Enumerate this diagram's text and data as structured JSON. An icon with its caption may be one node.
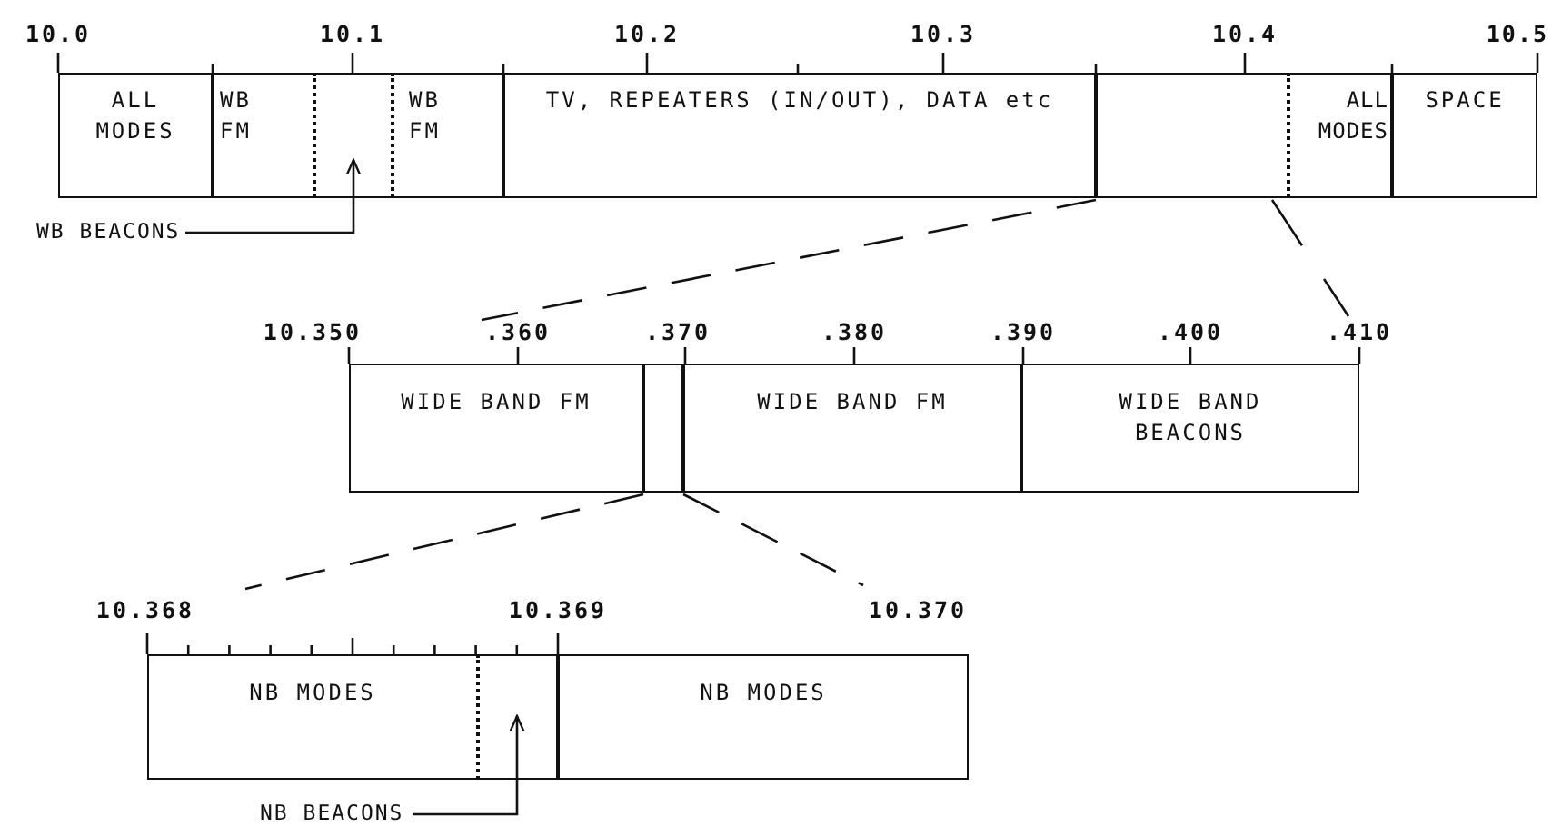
{
  "diagram": {
    "nodes": [
      {
        "text": [
          "ALL MODES"
        ]
      },
      {
        "text": [
          "WB FM"
        ]
      },
      {
        "text": [],
        "shape": "box"
      },
      {
        "text": [
          "WB FM"
        ]
      },
      {
        "text": [
          "TV, REPEATERS (IN/OUT), DATA etc"
        ]
      },
      {
        "text": [],
        "shape": "box"
      },
      {
        "text": [
          "ALL MODES"
        ]
      },
      {
        "text": [
          "SPACE"
        ]
      },
      {
        "text": [
          "WB BEACONS"
        ]
      },
      {
        "text": [
          "WIDE BAND FM"
        ]
      },
      {
        "text": [],
        "shape": "box"
      },
      {
        "text": [
          "WIDE BAND FM"
        ]
      },
      {
        "text": [
          "WIDE BAND BEACONS"
        ]
      },
      {
        "text": [
          "NB MODES"
        ]
      },
      {
        "text": [],
        "shape": "box"
      },
      {
        "text": [
          "NB MODES"
        ]
      },
      {
        "text": [
          "NB BEACONS"
        ]
      }
    ],
    "edges": [
      {
        "from": 8,
        "to": 2,
        "arrow": "to"
      },
      {
        "from": 16,
        "to": 14,
        "arrow": "to"
      }
    ],
    "labels": [
      "10.0",
      "10.1",
      "10.2",
      "10.3",
      "10.4",
      "10.5",
      "10.350",
      ".360",
      ".370",
      ".380",
      ".390",
      ".400",
      ".410",
      "10.368",
      "10.369",
      "10.370"
    ]
  }
}
